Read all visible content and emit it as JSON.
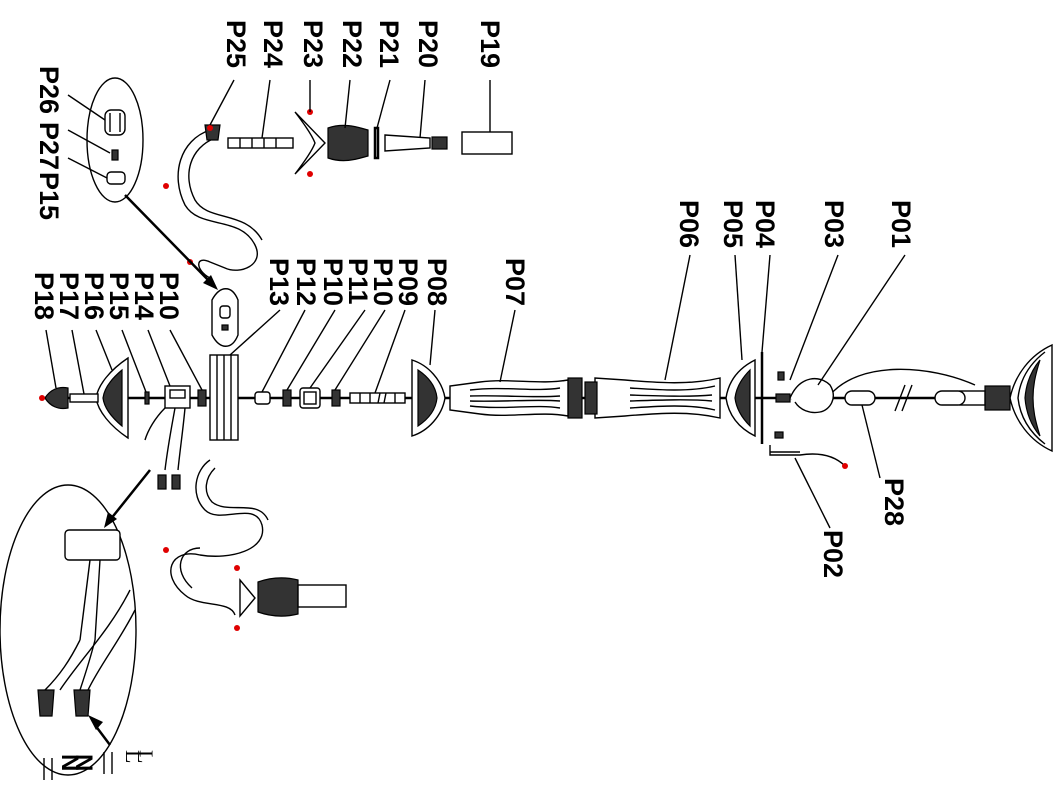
{
  "labels": {
    "p01": "P01",
    "p02": "P02",
    "p03": "P03",
    "p04": "P04",
    "p05": "P05",
    "p06": "P06",
    "p07": "P07",
    "p08": "P08",
    "p09": "P09",
    "p10_a": "P10",
    "p10_b": "P10",
    "p10_c": "P10",
    "p11": "P11",
    "p12": "P12",
    "p13": "P13",
    "p14": "P14",
    "p15_a": "P15",
    "p15_b": "P15",
    "p16": "P16",
    "p17": "P17",
    "p18": "P18",
    "p19": "P19",
    "p20": "P20",
    "p21": "P21",
    "p22": "P22",
    "p23": "P23",
    "p24": "P24",
    "p25": "P25",
    "p26": "P26",
    "p27": "P27",
    "p28": "P28"
  },
  "wiring": {
    "neutral_1": "N",
    "neutral_2": "N",
    "live_1": "L",
    "live_2": "L"
  },
  "colors": {
    "line": "#000000",
    "marker": "#e00000",
    "background": "#ffffff"
  }
}
